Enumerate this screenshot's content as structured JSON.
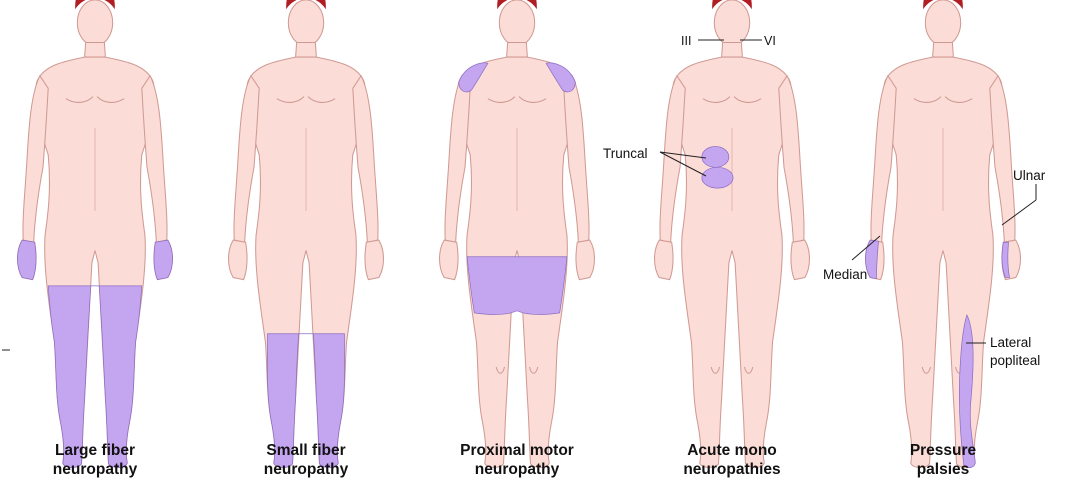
{
  "colors": {
    "skin": "#fcdcd6",
    "skin_outline": "#d09a94",
    "hair": "#b01e24",
    "affected": "#c4a6f0",
    "text": "#111111"
  },
  "figures": [
    {
      "caption_line1": "Large fiber",
      "caption_line2": "neuropathy",
      "affected_regions": [
        "hands",
        "legs-below-knee"
      ]
    },
    {
      "caption_line1": "Small fiber",
      "caption_line2": "neuropathy",
      "affected_regions": [
        "lower-legs-and-feet"
      ]
    },
    {
      "caption_line1": "Proximal motor",
      "caption_line2": "neuropathy",
      "affected_regions": [
        "shoulders",
        "thighs"
      ]
    },
    {
      "caption_line1": "Acute mono",
      "caption_line2": "neuropathies",
      "affected_regions": [
        "trunk"
      ]
    },
    {
      "caption_line1": "Pressure",
      "caption_line2": "palsies",
      "affected_regions": [
        "right-hand",
        "left-wrist",
        "left-lower-leg"
      ]
    }
  ],
  "labels": {
    "cranial_iii": "III",
    "cranial_vi": "VI",
    "truncal": "Truncal",
    "ulnar": "Ulnar",
    "median": "Median",
    "lateral": "Lateral",
    "popliteal": "popliteal"
  }
}
